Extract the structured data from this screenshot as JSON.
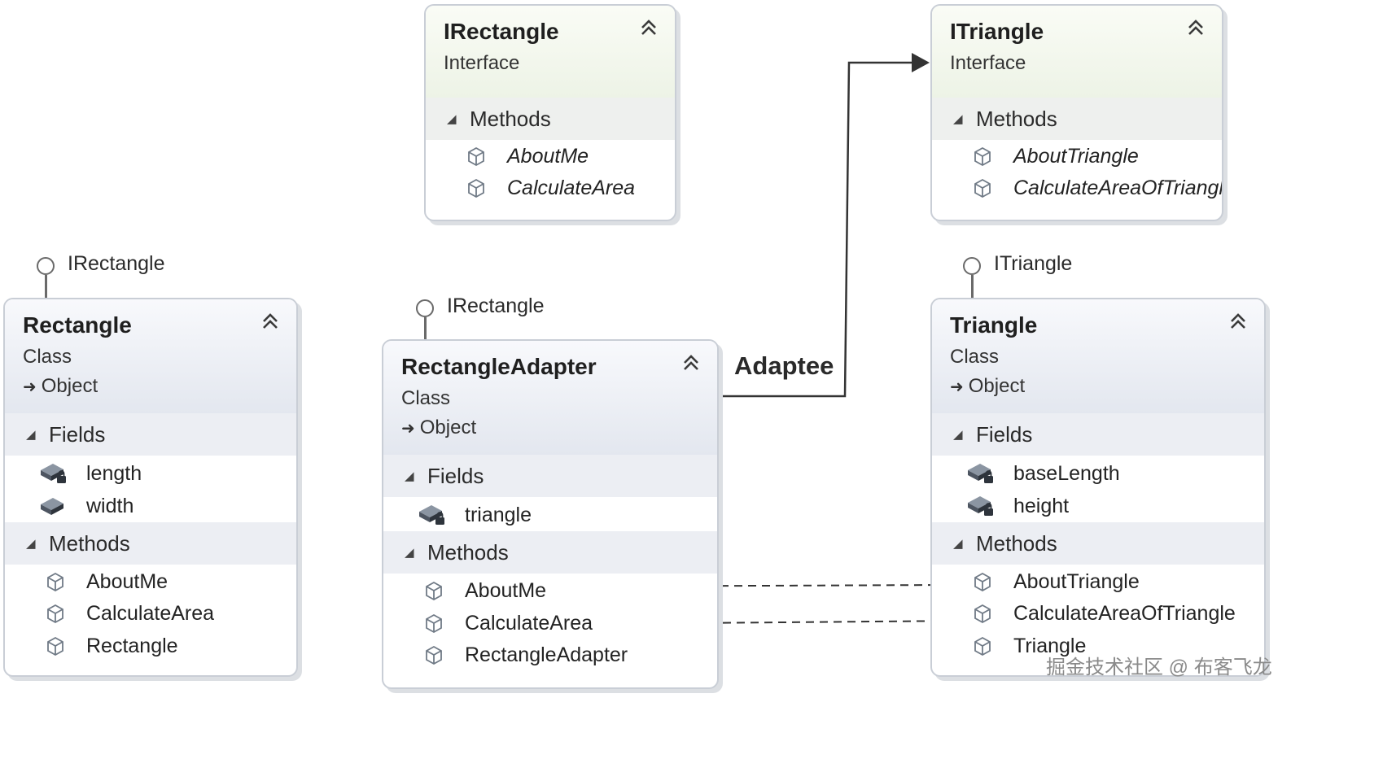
{
  "interfaces": {
    "irectangle": {
      "title": "IRectangle",
      "kind": "Interface",
      "sections": {
        "methods": "Methods"
      },
      "methods": [
        "AboutMe",
        "CalculateArea"
      ]
    },
    "itriangle": {
      "title": "ITriangle",
      "kind": "Interface",
      "sections": {
        "methods": "Methods"
      },
      "methods": [
        "AboutTriangle",
        "CalculateAreaOfTriangle"
      ]
    }
  },
  "classes": {
    "rectangle": {
      "title": "Rectangle",
      "kind": "Class",
      "base": "Object",
      "implements": "IRectangle",
      "sections": {
        "fields": "Fields",
        "methods": "Methods"
      },
      "fields": [
        "length",
        "width"
      ],
      "methods": [
        "AboutMe",
        "CalculateArea",
        "Rectangle"
      ]
    },
    "adapter": {
      "title": "RectangleAdapter",
      "kind": "Class",
      "base": "Object",
      "implements": "IRectangle",
      "sections": {
        "fields": "Fields",
        "methods": "Methods"
      },
      "fields": [
        "triangle"
      ],
      "methods": [
        "AboutMe",
        "CalculateArea",
        "RectangleAdapter"
      ]
    },
    "triangle": {
      "title": "Triangle",
      "kind": "Class",
      "base": "Object",
      "implements": "ITriangle",
      "sections": {
        "fields": "Fields",
        "methods": "Methods"
      },
      "fields": [
        "baseLength",
        "height"
      ],
      "methods": [
        "AboutTriangle",
        "CalculateAreaOfTriangle",
        "Triangle"
      ]
    }
  },
  "association": {
    "label": "Adaptee"
  },
  "watermark": "掘金技术社区 @ 布客飞龙",
  "icons": {
    "collapse": "double-chevron-up-icon",
    "method": "method-cube-icon",
    "field": "field-icon",
    "private_field": "private-field-lock-icon",
    "base_class": "inheritance-arrow-icon",
    "interface": "lollipop-interface-icon"
  },
  "colors": {
    "interface_header": "#edf3e6",
    "class_header": "#e3e7ef",
    "border": "#c9ced6",
    "connector": "#333333"
  }
}
